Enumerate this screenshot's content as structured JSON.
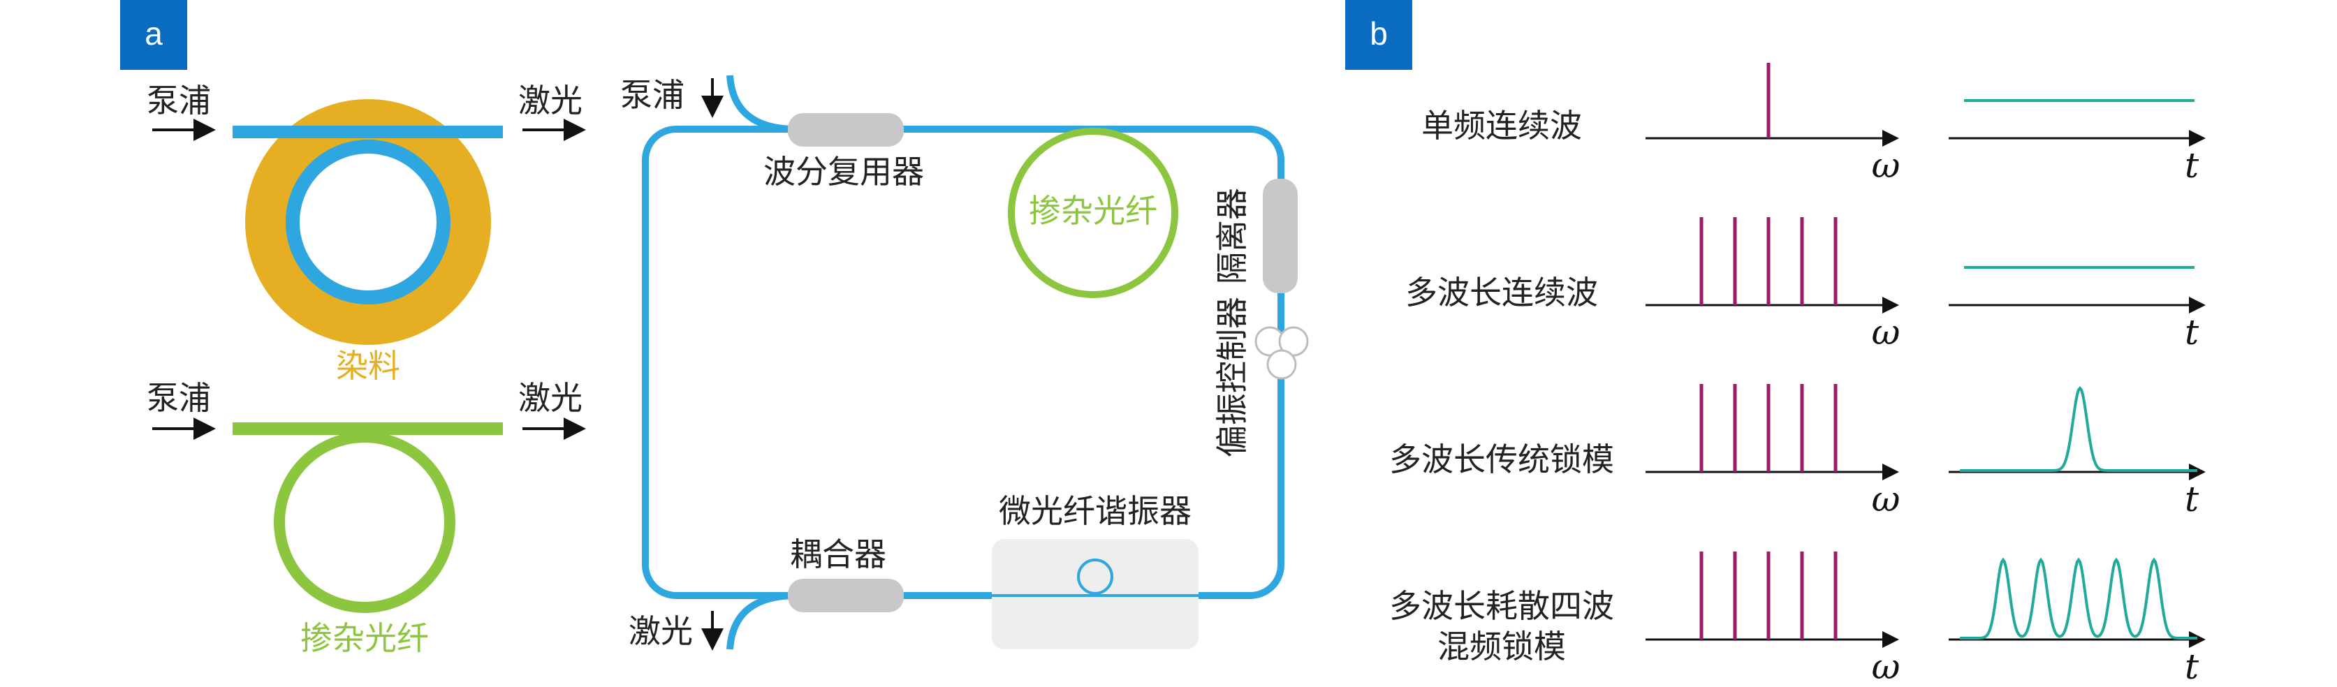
{
  "colors": {
    "badge": "#0a6cc0",
    "fiber": "#2ea6e0",
    "dye": "#e5ae23",
    "doped": "#8cc63f",
    "component": "#c8c8c8",
    "spectrum": "#9b1b6b",
    "time": "#1faa9a",
    "text": "#222222",
    "resonator_box": "#eeeeee"
  },
  "panel_a": {
    "badge": "a",
    "top": {
      "pump": "泵浦",
      "laser": "激光",
      "material": "染料"
    },
    "bottom": {
      "pump": "泵浦",
      "laser": "激光",
      "material": "掺杂光纤"
    },
    "laser_cavity": {
      "pump_in": "泵浦",
      "wdm": "波分复用器",
      "doped_fiber": "掺杂光纤",
      "isolator": "隔离器",
      "polarization_controller": "偏振控制器",
      "coupler": "耦合器",
      "resonator": "微光纤谐振器",
      "laser_out": "激光"
    }
  },
  "panel_b": {
    "badge": "b",
    "freq_axis": "ω",
    "time_axis": "t",
    "rows": [
      {
        "label": [
          "单频连续波"
        ],
        "lines": 1,
        "time": "cw"
      },
      {
        "label": [
          "多波长连续波"
        ],
        "lines": 5,
        "time": "cw"
      },
      {
        "label": [
          "多波长传统锁模"
        ],
        "lines": 5,
        "time": "single-pulse"
      },
      {
        "label": [
          "多波长耗散四波",
          "混频锁模"
        ],
        "lines": 5,
        "time": "pulse-train"
      }
    ]
  }
}
